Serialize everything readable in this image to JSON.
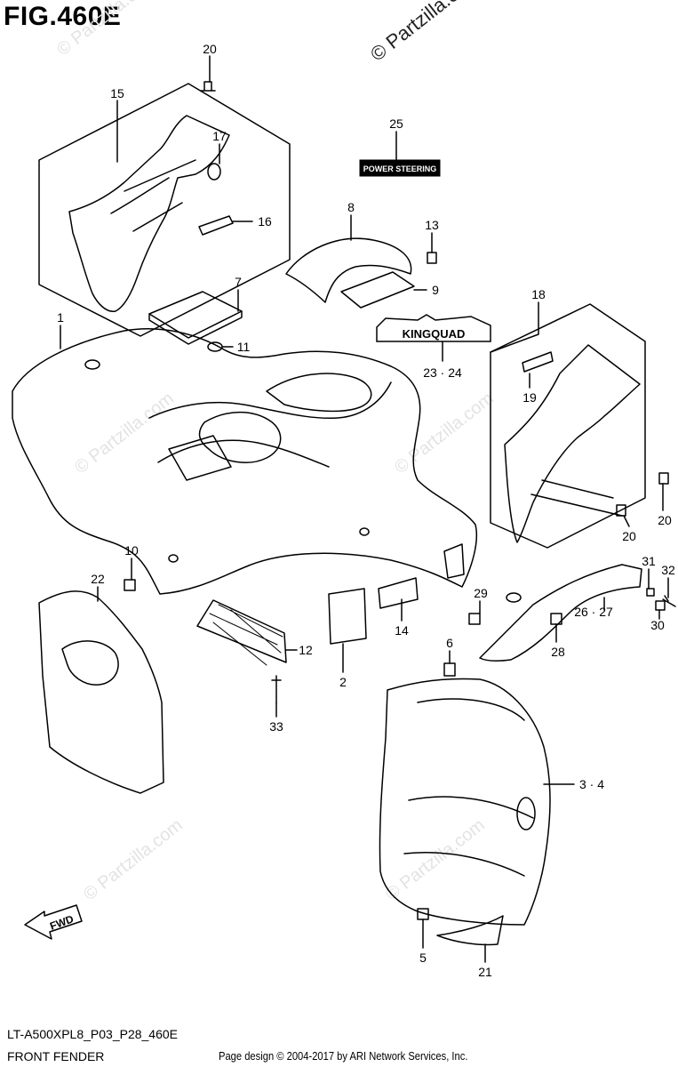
{
  "figure": {
    "title": "FIG.460E",
    "code": "LT-A500XPL8_P03_P28_460E",
    "name": "FRONT FENDER",
    "copyright": "Page design © 2004-2017 by ARI Network Services, Inc.",
    "watermark": "© Partzilla.com",
    "fwd_label": "FWD",
    "decal_power_steering": "POWER STEERING",
    "decal_kingquad": "KINGQUAD"
  },
  "callouts": {
    "c1": "1",
    "c2": "2",
    "c34": "3 · 4",
    "c5": "5",
    "c6": "6",
    "c7": "7",
    "c8": "8",
    "c9": "9",
    "c10": "10",
    "c11": "11",
    "c12": "12",
    "c13": "13",
    "c14": "14",
    "c15": "15",
    "c16": "16",
    "c17": "17",
    "c18": "18",
    "c19": "19",
    "c20a": "20",
    "c20b": "20",
    "c20c": "20",
    "c21": "21",
    "c22": "22",
    "c2324": "23 · 24",
    "c25": "25",
    "c2627": "26 · 27",
    "c28": "28",
    "c29": "29",
    "c30": "30",
    "c31": "31",
    "c32": "32",
    "c33": "33"
  }
}
